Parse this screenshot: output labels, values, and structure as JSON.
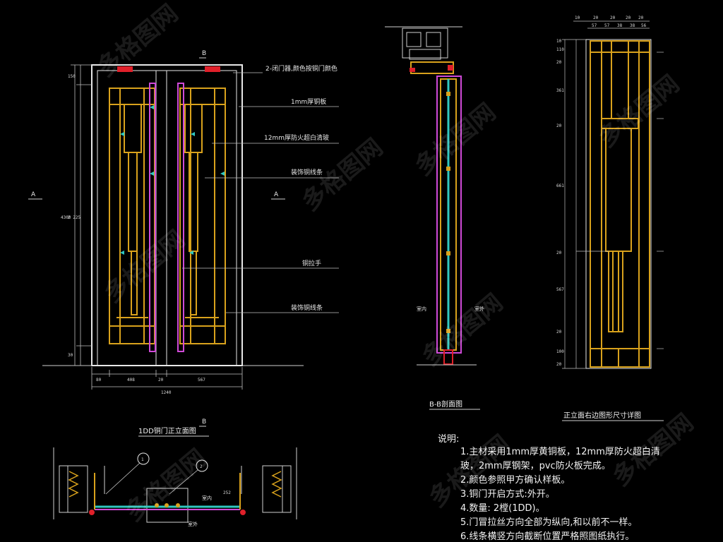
{
  "elevation": {
    "title": "1DD铜门正立面图",
    "section_mark_top": "B",
    "section_mark_bottom": "B",
    "side_mark": "A",
    "callouts": [
      "2-闭门器,颜色按铜门颜色",
      "1mm厚铜板",
      "12mm厚防火超白清玻",
      "装饰铜线条",
      "铜拉手",
      "装饰铜线条"
    ],
    "dims_bottom": [
      "80",
      "408",
      "20",
      "567"
    ],
    "dim_total": "1240",
    "dims_left": [
      "150",
      "2 225",
      "30"
    ],
    "dim_total_left": "4300"
  },
  "section": {
    "title": "B-B剖面图",
    "inside_label": "室内",
    "outside_label": "室外"
  },
  "detail": {
    "title": "正立面右边图形尺寸详图",
    "dims_top": [
      "10",
      "20",
      "20",
      "20",
      "20"
    ],
    "dims_top2": [
      "57",
      "57",
      "38",
      "38",
      "56"
    ],
    "dims_right": [
      "10",
      "110",
      "20",
      "361",
      "20",
      "661",
      "20",
      "567",
      "20",
      "100",
      "20"
    ]
  },
  "plan": {
    "callout_1": "1",
    "callout_2": "2",
    "inside_label": "室内",
    "outside_label": "室外",
    "dim": "252"
  },
  "notes": {
    "heading": "说明:",
    "items": [
      "1.主材采用1mm厚黄铜板，12mm厚防火超白清",
      "玻，2mm厚钢架，pvc防火板完成。",
      "2.颜色参照甲方确认样板。",
      "3.铜门开启方式:外开。",
      "4.数量: 2樘(1DD)。",
      "5.门冒拉丝方向全部为纵向,和以前不一样。",
      "6.线条横竖方向截断位置严格照图纸执行。"
    ]
  },
  "watermark": "多格图网",
  "colors": {
    "bg": "#000000",
    "frame": "#e8e8e8",
    "brass": "#d9a21c",
    "magenta": "#d04ad8",
    "red": "#e0202a",
    "cyan": "#30c8c0",
    "line": "#cfcfcf"
  }
}
